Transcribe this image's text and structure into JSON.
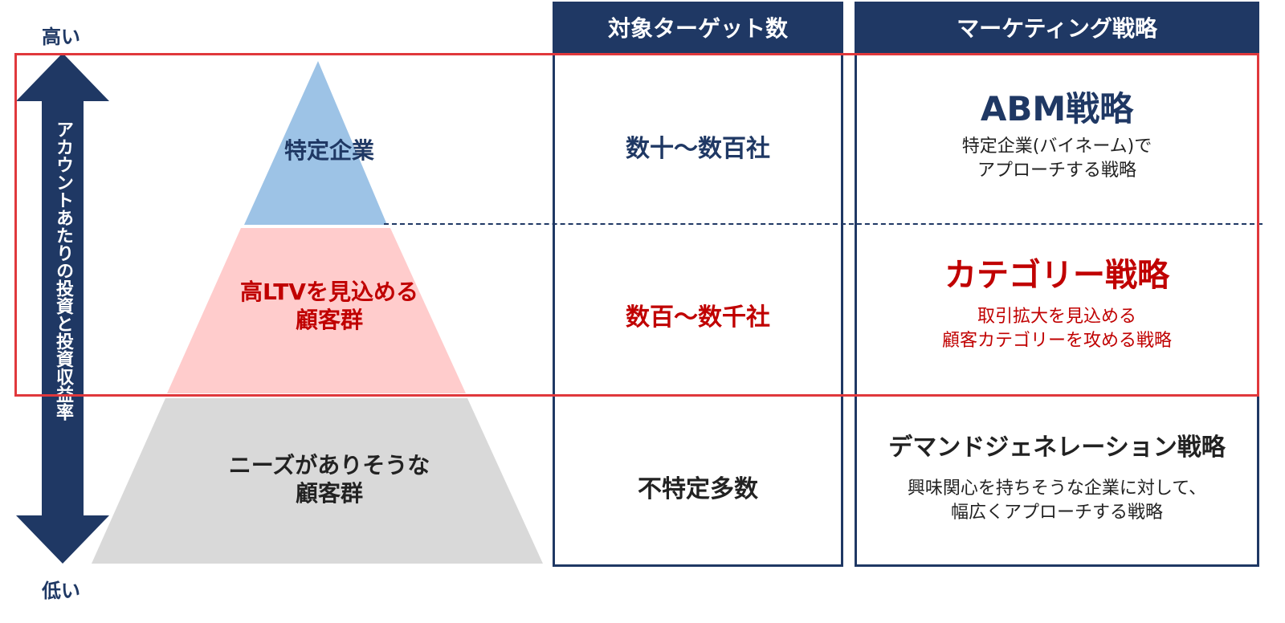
{
  "axis": {
    "high_label": "高い",
    "low_label": "低い",
    "caption": "アカウントあたりの投資と投資収益率"
  },
  "headers": {
    "targets": "対象ターゲット数",
    "strategy": "マーケティング戦略"
  },
  "tiers": [
    {
      "segment": "特定企業",
      "target_count": "数十〜数百社",
      "strategy_title": "ABM戦略",
      "strategy_desc": "特定企業(バイネーム)で\nアプローチする戦略"
    },
    {
      "segment": "高LTVを見込める\n顧客群",
      "target_count": "数百〜数千社",
      "strategy_title": "カテゴリー戦略",
      "strategy_desc": "取引拡大を見込める\n顧客カテゴリーを攻める戦略"
    },
    {
      "segment": "ニーズがありそうな\n顧客群",
      "target_count": "不特定多数",
      "strategy_title": "デマンドジェネレーション戦略",
      "strategy_desc": "興味関心を持ちそうな企業に対して、\n幅広くアプローチする戦略"
    }
  ],
  "colors": {
    "navy": "#1f3864",
    "red": "#c00000",
    "frame_red": "#e0383c",
    "tier_top_fill": "#9dc3e6",
    "tier_mid_fill": "#ffcccc",
    "tier_bottom_fill": "#d9d9d9"
  }
}
